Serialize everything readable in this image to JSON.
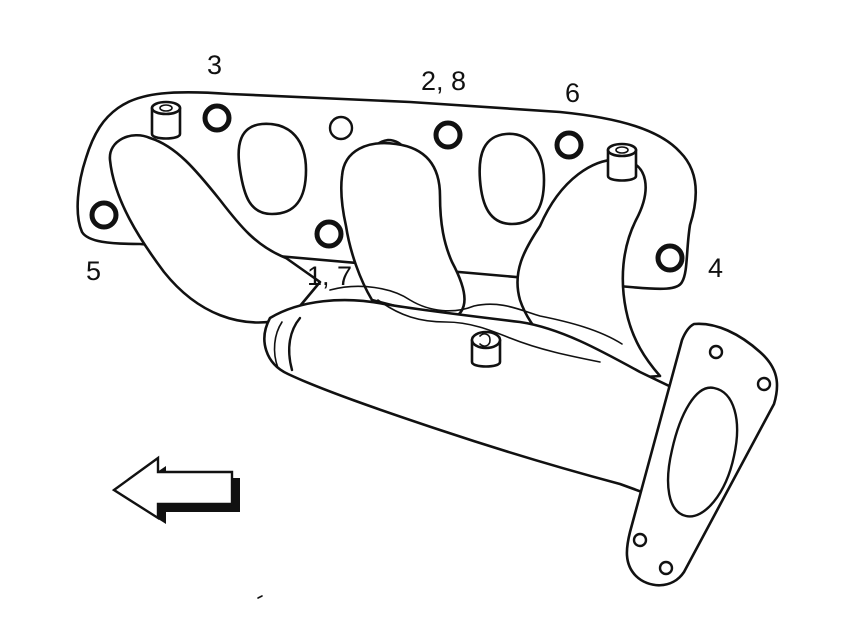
{
  "diagram": {
    "bolt_labels": [
      {
        "key": "bolt-3",
        "text": "3"
      },
      {
        "key": "bolt-2-8",
        "text": "2, 8"
      },
      {
        "key": "bolt-6",
        "text": "6"
      },
      {
        "key": "bolt-5",
        "text": "5"
      },
      {
        "key": "bolt-1-7",
        "text": "1, 7"
      },
      {
        "key": "bolt-4",
        "text": "4"
      }
    ],
    "arrow_direction": "left",
    "line_color": "#111111",
    "background_color": "#ffffff"
  }
}
